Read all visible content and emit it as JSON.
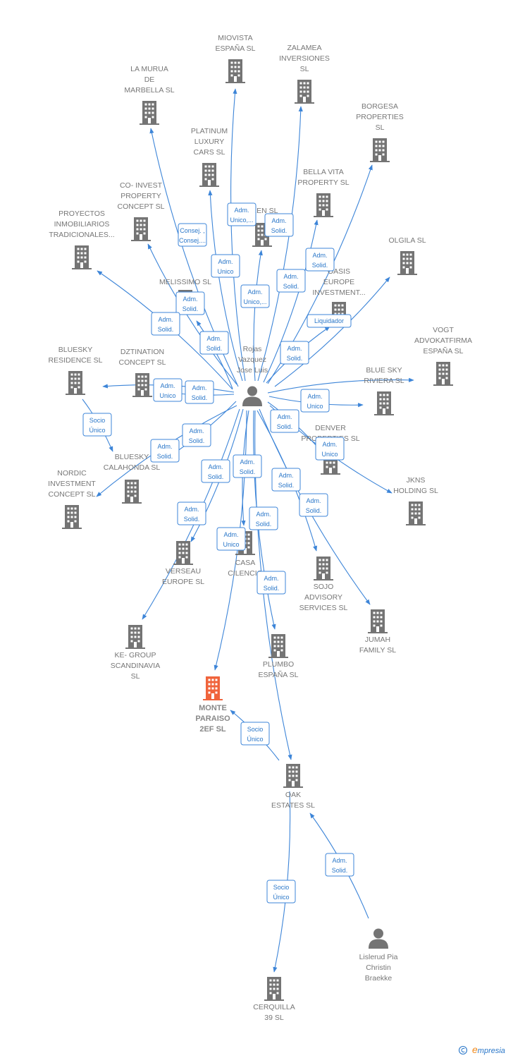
{
  "colors": {
    "edge": "#3d85d8",
    "node": "#747474",
    "highlight": "#f0643c",
    "text": "#777777"
  },
  "brand": {
    "copyright_icon": "copyright-icon",
    "name": "mpresia",
    "initial": "e"
  },
  "nodes": [
    {
      "id": "rojas",
      "type": "person",
      "lines": [
        "Rojas",
        "Vazquez",
        "Jose Luis"
      ]
    },
    {
      "id": "miovista",
      "type": "company",
      "lines": [
        "MIOVISTA",
        "ESPAÑA  SL"
      ]
    },
    {
      "id": "zalamea",
      "type": "company",
      "lines": [
        "ZALAMEA",
        "INVERSIONES",
        "SL"
      ]
    },
    {
      "id": "lamurua",
      "type": "company",
      "lines": [
        "LA MURUA",
        "DE",
        "MARBELLA  SL"
      ]
    },
    {
      "id": "borgesa",
      "type": "company",
      "lines": [
        "BORGESA",
        "PROPERTIES",
        "SL"
      ]
    },
    {
      "id": "platinum",
      "type": "company",
      "lines": [
        "PLATINUM",
        "LUXURY",
        "CARS  SL"
      ]
    },
    {
      "id": "bellavista",
      "type": "company",
      "lines": [
        "BELLA VITA",
        "PROPERTY  SL"
      ]
    },
    {
      "id": "coinvest",
      "type": "company",
      "lines": [
        "CO- INVEST",
        "PROPERTY",
        "CONCEPT  SL"
      ]
    },
    {
      "id": "proyectos",
      "type": "company",
      "lines": [
        "PROYECTOS",
        "INMOBILIARIOS",
        "TRADICIONALES..."
      ]
    },
    {
      "id": "len",
      "type": "company",
      "lines": [
        "...LEN  SL"
      ]
    },
    {
      "id": "olgila",
      "type": "company",
      "lines": [
        "OLGILA SL"
      ]
    },
    {
      "id": "oasis",
      "type": "company",
      "lines": [
        "OASIS",
        "EUROPE",
        "INVESTMENT..."
      ]
    },
    {
      "id": "melissimo",
      "type": "company",
      "lines": [
        "MELISSIMO  SL"
      ]
    },
    {
      "id": "vogt",
      "type": "company",
      "lines": [
        "VOGT",
        "ADVOKATFIRMA",
        "ESPAÑA  SL"
      ]
    },
    {
      "id": "blueskyres",
      "type": "company",
      "lines": [
        "BLUESKY",
        "RESIDENCE  SL"
      ]
    },
    {
      "id": "dztination",
      "type": "company",
      "lines": [
        "DZTINATION",
        "CONCEPT  SL"
      ]
    },
    {
      "id": "blueskyriv",
      "type": "company",
      "lines": [
        "BLUE SKY",
        "RIVIERA  SL"
      ]
    },
    {
      "id": "denver",
      "type": "company",
      "lines": [
        "DENVER",
        "PROPERTIES  SL"
      ]
    },
    {
      "id": "blueskycal",
      "type": "company",
      "lines": [
        "BLUESKY",
        "CALAHONDA  SL"
      ]
    },
    {
      "id": "nordic",
      "type": "company",
      "lines": [
        "NORDIC",
        "INVESTMENT",
        "CONCEPT  SL"
      ]
    },
    {
      "id": "jkns",
      "type": "company",
      "lines": [
        "JKNS",
        "HOLDING  SL"
      ]
    },
    {
      "id": "verseau",
      "type": "company",
      "lines": [
        "VERSEAU",
        "EUROPE  SL"
      ]
    },
    {
      "id": "casa",
      "type": "company",
      "lines": [
        "CASA",
        "CILENCIO"
      ]
    },
    {
      "id": "sojo",
      "type": "company",
      "lines": [
        "SOJO",
        "ADVISORY",
        "SERVICES  SL"
      ]
    },
    {
      "id": "jumah",
      "type": "company",
      "lines": [
        "JUMAH",
        "FAMILY  SL"
      ]
    },
    {
      "id": "kegroup",
      "type": "company",
      "lines": [
        "KE- GROUP",
        "SCANDINAVIA",
        "SL"
      ]
    },
    {
      "id": "plumbo",
      "type": "company",
      "lines": [
        "PLUMBO",
        "ESPAÑA  SL"
      ]
    },
    {
      "id": "monteparaiso",
      "type": "company",
      "highlight": true,
      "lines": [
        "MONTE",
        "PARAISO",
        "2EF  SL"
      ]
    },
    {
      "id": "oak",
      "type": "company",
      "lines": [
        "OAK",
        "ESTATES  SL"
      ]
    },
    {
      "id": "lislerud",
      "type": "person",
      "lines": [
        "Lislerud Pia",
        "Christin",
        "Braekke"
      ]
    },
    {
      "id": "cerquilla",
      "type": "company",
      "lines": [
        "CERQUILLA",
        "39  SL"
      ]
    }
  ],
  "edges": [
    {
      "from": "rojas",
      "to": "miovista",
      "label": [
        "Adm.",
        "Unico,..."
      ]
    },
    {
      "from": "rojas",
      "to": "zalamea",
      "label": [
        "Adm.",
        "Solid."
      ]
    },
    {
      "from": "rojas",
      "to": "lamurua",
      "label": [
        "Consej. ,",
        "Consej...."
      ]
    },
    {
      "from": "rojas",
      "to": "borgesa",
      "label": [
        "Adm.",
        "Solid."
      ]
    },
    {
      "from": "rojas",
      "to": "platinum",
      "label": [
        "Adm.",
        "Unico"
      ]
    },
    {
      "from": "rojas",
      "to": "bellavista",
      "label": [
        "Adm.",
        "Solid."
      ]
    },
    {
      "from": "rojas",
      "to": "coinvest",
      "label": [
        "Adm.",
        "Solid."
      ]
    },
    {
      "from": "rojas",
      "to": "proyectos",
      "label": [
        "Adm.",
        "Solid."
      ]
    },
    {
      "from": "rojas",
      "to": "len",
      "label": [
        "Adm.",
        "Unico,..."
      ]
    },
    {
      "from": "rojas",
      "to": "olgila",
      "label": [
        "Liquidador"
      ]
    },
    {
      "from": "rojas",
      "to": "oasis",
      "label": [
        "Adm.",
        "Solid."
      ]
    },
    {
      "from": "rojas",
      "to": "melissimo",
      "label": [
        "Adm.",
        "Solid."
      ]
    },
    {
      "from": "rojas",
      "to": "vogt",
      "label": [
        "Adm.",
        "Solid."
      ]
    },
    {
      "from": "rojas",
      "to": "blueskyres",
      "label": [
        "Adm.",
        "Unico"
      ]
    },
    {
      "from": "rojas",
      "to": "dztination",
      "label": [
        "Adm.",
        "Solid."
      ]
    },
    {
      "from": "rojas",
      "to": "blueskyriv",
      "label": [
        "Adm.",
        "Unico"
      ]
    },
    {
      "from": "rojas",
      "to": "denver",
      "label": [
        "Adm.",
        "Solid."
      ]
    },
    {
      "from": "rojas",
      "to": "jkns",
      "label": [
        "Adm.",
        "Unico"
      ]
    },
    {
      "from": "rojas",
      "to": "blueskycal",
      "label": [
        "Adm.",
        "Solid."
      ]
    },
    {
      "from": "rojas",
      "to": "nordic",
      "label": [
        "Adm.",
        "Solid."
      ]
    },
    {
      "from": "rojas",
      "to": "verseau",
      "label": [
        "Adm.",
        "Solid."
      ]
    },
    {
      "from": "rojas",
      "to": "casa",
      "label": [
        "Adm.",
        "Solid."
      ]
    },
    {
      "from": "rojas",
      "to": "sojo",
      "label": [
        "Adm.",
        "Solid."
      ]
    },
    {
      "from": "rojas",
      "to": "jumah",
      "label": [
        "Adm.",
        "Solid."
      ]
    },
    {
      "from": "rojas",
      "to": "kegroup",
      "label": [
        "Adm.",
        "Solid."
      ]
    },
    {
      "from": "rojas",
      "to": "plumbo",
      "label": [
        "Adm.",
        "Solid."
      ]
    },
    {
      "from": "rojas",
      "to": "monteparaiso",
      "label": [
        "Adm.",
        "Unico"
      ]
    },
    {
      "from": "rojas",
      "to": "oak",
      "label": [
        "Adm.",
        "Solid."
      ]
    },
    {
      "from": "blueskyres",
      "to": "blueskycal",
      "label": [
        "Socio",
        "Único"
      ]
    },
    {
      "from": "oak",
      "to": "monteparaiso",
      "label": [
        "Socio",
        "Único"
      ]
    },
    {
      "from": "oak",
      "to": "cerquilla",
      "label": [
        "Socio",
        "Único"
      ]
    },
    {
      "from": "lislerud",
      "to": "oak",
      "label": [
        "Adm.",
        "Solid."
      ]
    }
  ]
}
